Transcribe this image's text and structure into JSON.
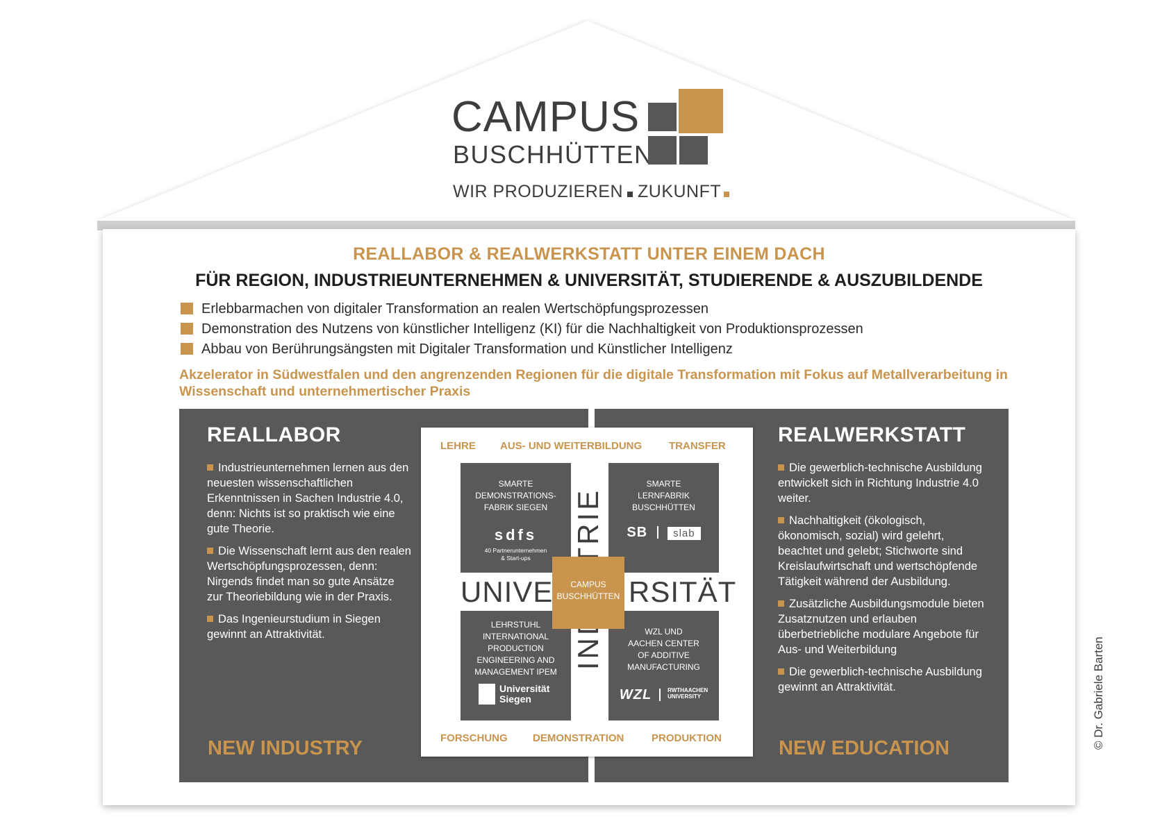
{
  "logo": {
    "word1": "CAMPUS",
    "word2": "BUSCHHÜTTEN",
    "slogan_part1": "WIR PRODUZIEREN",
    "slogan_part2": "ZUKUNFT"
  },
  "headline": {
    "line1": "REALLABOR & REALWERKSTATT UNTER EINEM DACH",
    "line2": "FÜR REGION, INDUSTRIEUNTERNEHMEN & UNIVERSITÄT, STUDIERENDE & AUSZUBILDENDE"
  },
  "bullets": [
    "Erlebbarmachen von digitaler Transformation an realen Wertschöpfungsprozessen",
    "Demonstration des Nutzens von künstlicher Intelligenz (KI) für die Nachhaltigkeit von Produktionsprozessen",
    "Abbau von Berührungsängsten mit Digitaler Transformation und Künstlicher Intelligenz"
  ],
  "accelerator": "Akzelerator in Südwestfalen und den angrenzenden Regionen für die digitale Transformation mit Fokus auf Metallverarbeitung in Wissenschaft und unternehmertischer Praxis",
  "left_panel": {
    "title": "REALLABOR",
    "points": [
      "Industrieunternehmen lernen aus den neuesten wissenschaftlichen Erkenntnissen in Sachen Industrie 4.0, denn: Nichts ist so praktisch wie eine gute Theorie.",
      "Die Wissenschaft lernt aus den realen Wertschöpfungsprozessen, denn: Nirgends findet man so gute Ansätze zur Theoriebildung wie in der Praxis.",
      "Das Ingenieurstudium in Siegen gewinnt an Attraktivität."
    ],
    "footer": "NEW INDUSTRY"
  },
  "right_panel": {
    "title": "REALWERKSTATT",
    "points": [
      "Die gewerblich-technische Ausbildung entwickelt sich in Richtung Industrie 4.0 weiter.",
      "Nachhaltigkeit (ökologisch, ökonomisch, sozial) wird gelehrt, beachtet und gelebt; Stichworte sind Kreislaufwirtschaft und wertschöpfende Tätigkeit während der Ausbildung.",
      "Zusätzliche Ausbildungsmodule bieten Zusatznutzen und erlauben überbetriebliche modulare Angebote für Aus- und Weiterbildung",
      "Die gewerblich-technische Ausbildung gewinnt an Attraktivität."
    ],
    "footer": "NEW EDUCATION"
  },
  "center": {
    "top_labels": [
      "LEHRE",
      "AUS- UND WEITERBILDUNG",
      "TRANSFER"
    ],
    "bottom_labels": [
      "FORSCHUNG",
      "DEMONSTRATION",
      "PRODUKTION"
    ],
    "universitaet_left": "UNIVE",
    "universitaet_right": "RSITÄT",
    "industrie": "INDUSTRIE",
    "hub": [
      "CAMPUS",
      "BUSCHHÜTTEN"
    ],
    "quadrants": {
      "top_left": {
        "lines": [
          "SMARTE",
          "DEMONSTRATIONS-",
          "FABRIK SIEGEN"
        ],
        "logo": "sdfs",
        "sub": [
          "40 Partnerunternehmen",
          "& Start-ups"
        ]
      },
      "top_right": {
        "lines": [
          "SMARTE",
          "LERNFABRIK",
          "BUSCHHÜTTEN"
        ],
        "logo1": "SB",
        "logo2": "slab"
      },
      "bottom_left": {
        "lines": [
          "LEHRSTUHL",
          "INTERNATIONAL",
          "PRODUCTION",
          "ENGINEERING AND",
          "MANAGEMENT IPEM"
        ],
        "logo": [
          "Universität",
          "Siegen"
        ]
      },
      "bottom_right": {
        "lines": [
          "WZL UND",
          "AACHEN CENTER",
          "OF ADDITIVE",
          "MANUFACTURING"
        ],
        "logo1": "WZL",
        "logo2": [
          "RWTHAACHEN",
          "UNIVERSITY"
        ]
      }
    }
  },
  "credit": "© Dr. Gabriele Barten",
  "colors": {
    "accent": "#c8944e",
    "panel": "#5a5959",
    "dark_text": "#3d3d3d"
  }
}
